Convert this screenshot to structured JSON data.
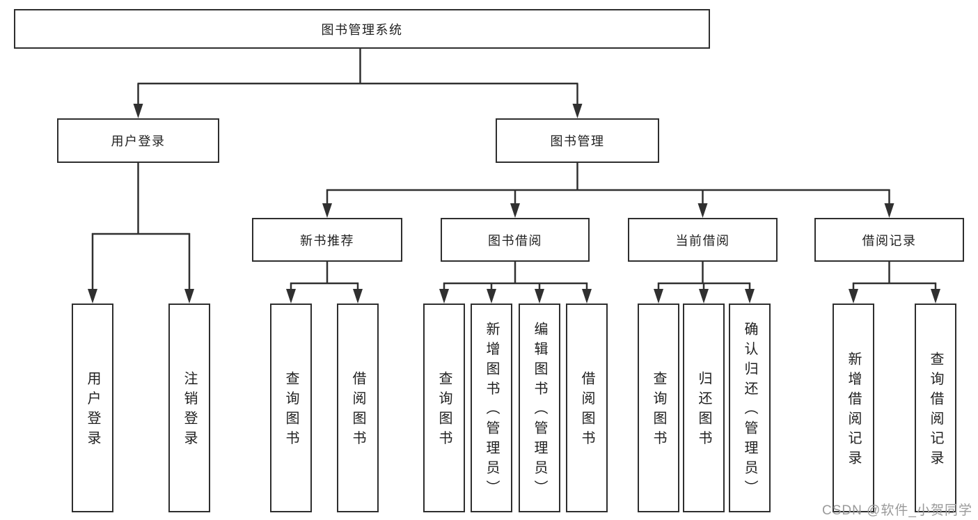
{
  "colors": {
    "line": "#303030",
    "box_border": "#2e2e2e",
    "text": "#1f1f1f",
    "watermark": "#9a9a9a",
    "background": "#ffffff"
  },
  "tree": {
    "root": {
      "label": "图书管理系统",
      "children": [
        {
          "label": "用户登录",
          "children": [
            {
              "label": "用户登录"
            },
            {
              "label": "注销登录"
            }
          ]
        },
        {
          "label": "图书管理",
          "children": [
            {
              "label": "新书推荐",
              "children": [
                {
                  "label": "查询图书"
                },
                {
                  "label": "借阅图书"
                }
              ]
            },
            {
              "label": "图书借阅",
              "children": [
                {
                  "label": "查询图书"
                },
                {
                  "label": "新增图书（管理员）"
                },
                {
                  "label": "编辑图书（管理员）"
                },
                {
                  "label": "借阅图书"
                }
              ]
            },
            {
              "label": "当前借阅",
              "children": [
                {
                  "label": "查询图书"
                },
                {
                  "label": "归还图书"
                },
                {
                  "label": "确认归还（管理员）"
                }
              ]
            },
            {
              "label": "借阅记录",
              "children": [
                {
                  "label": "新增借阅记录"
                },
                {
                  "label": "查询借阅记录"
                }
              ]
            }
          ]
        }
      ]
    }
  },
  "watermark": {
    "text": "CSDN @软件_小贺同学"
  }
}
